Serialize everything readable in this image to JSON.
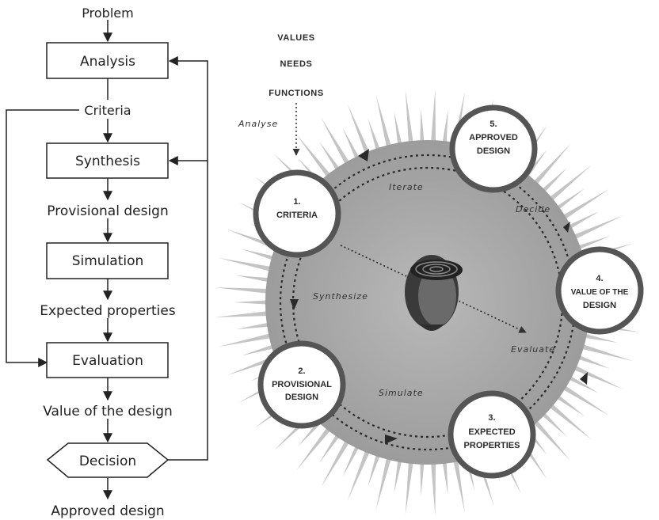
{
  "flowchart": {
    "problem": "Problem",
    "analysis": "Analysis",
    "criteria": "Criteria",
    "synthesis": "Synthesis",
    "provisional_design": "Provisional design",
    "simulation": "Simulation",
    "expected_properties": "Expected properties",
    "evaluation": "Evaluation",
    "value_of_design": "Value of the design",
    "decision": "Decision",
    "approved_design": "Approved design"
  },
  "wheel": {
    "inputs": [
      "VALUES",
      "NEEDS",
      "FUNCTIONS"
    ],
    "analyse": "Analyse",
    "iterate": "Iterate",
    "decide": "Decide",
    "synthesize": "Synthesize",
    "evaluate": "Evaluate",
    "simulate": "Simulate",
    "nodes": [
      {
        "num": "1.",
        "lines": [
          "CRITERIA"
        ]
      },
      {
        "num": "2.",
        "lines": [
          "PROVISIONAL",
          "DESIGN"
        ]
      },
      {
        "num": "3.",
        "lines": [
          "EXPECTED",
          "PROPERTIES"
        ]
      },
      {
        "num": "4.",
        "lines": [
          "VALUE OF THE",
          "DESIGN"
        ]
      },
      {
        "num": "5.",
        "lines": [
          "APPROVED",
          "DESIGN"
        ]
      }
    ]
  }
}
